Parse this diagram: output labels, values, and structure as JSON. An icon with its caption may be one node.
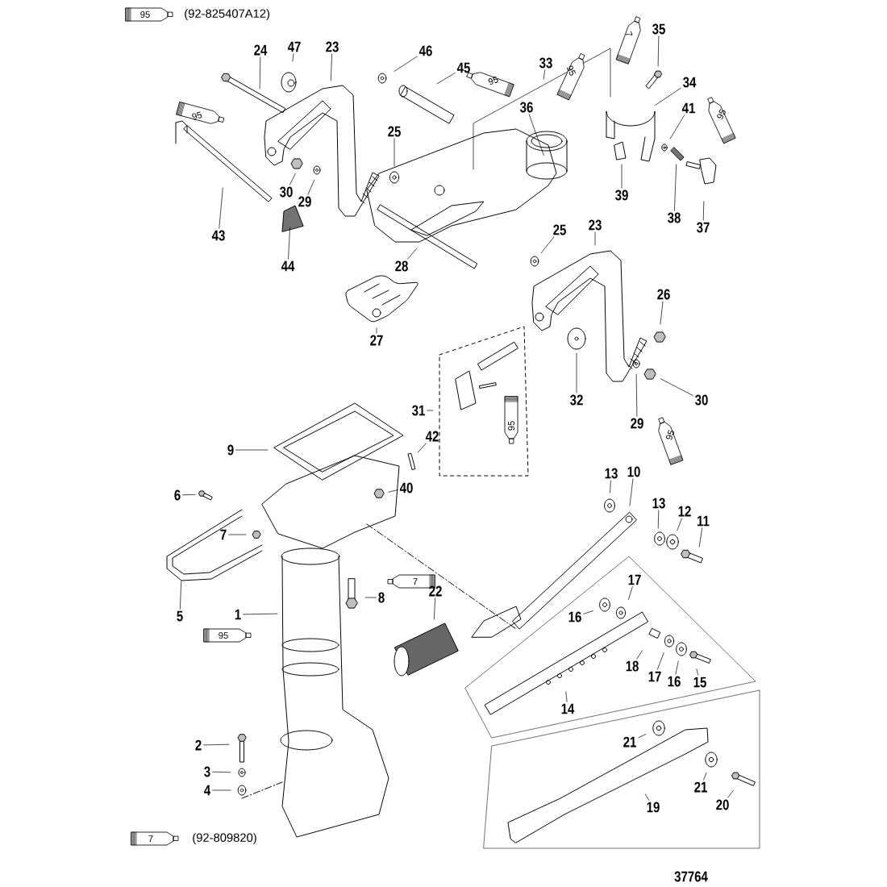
{
  "diagram": {
    "nodes": [
      {
        "text": [
          "35"
        ]
      },
      {
        "text": [
          "47"
        ]
      },
      {
        "text": [
          "23"
        ]
      },
      {
        "text": [
          "24"
        ]
      },
      {
        "text": [
          "46"
        ]
      },
      {
        "text": [
          "33"
        ]
      },
      {
        "text": [
          "45"
        ]
      },
      {
        "text": [
          "34"
        ]
      },
      {
        "text": [
          "36"
        ]
      },
      {
        "text": [
          "41"
        ]
      },
      {
        "text": [
          "25"
        ]
      },
      {
        "text": [
          "30"
        ]
      },
      {
        "text": [
          "39"
        ]
      },
      {
        "text": [
          "29"
        ]
      },
      {
        "text": [
          "38"
        ]
      },
      {
        "text": [
          "23"
        ]
      },
      {
        "text": [
          "37"
        ]
      },
      {
        "text": [
          "25"
        ]
      },
      {
        "text": [
          "43"
        ]
      },
      {
        "text": [
          "44"
        ]
      },
      {
        "text": [
          "28"
        ]
      },
      {
        "text": [
          "26"
        ]
      },
      {
        "text": [
          "27"
        ]
      },
      {
        "text": [
          "32"
        ]
      },
      {
        "text": [
          "30"
        ]
      },
      {
        "text": [
          "31"
        ]
      },
      {
        "text": [
          "29"
        ]
      },
      {
        "text": [
          "42"
        ]
      },
      {
        "text": [
          "9"
        ]
      },
      {
        "text": [
          "13"
        ]
      },
      {
        "text": [
          "10"
        ]
      },
      {
        "text": [
          "40"
        ]
      },
      {
        "text": [
          "6"
        ]
      },
      {
        "text": [
          "13"
        ]
      },
      {
        "text": [
          "12"
        ]
      },
      {
        "text": [
          "11"
        ]
      },
      {
        "text": [
          "7"
        ]
      },
      {
        "text": [
          "22"
        ]
      },
      {
        "text": [
          "8"
        ]
      },
      {
        "text": [
          "1"
        ]
      },
      {
        "text": [
          "5"
        ]
      },
      {
        "text": [
          "17"
        ]
      },
      {
        "text": [
          "16"
        ]
      },
      {
        "text": [
          "18"
        ]
      },
      {
        "text": [
          "17"
        ]
      },
      {
        "text": [
          "16"
        ]
      },
      {
        "text": [
          "15"
        ]
      },
      {
        "text": [
          "14"
        ]
      },
      {
        "text": [
          "21"
        ]
      },
      {
        "text": [
          "2"
        ]
      },
      {
        "text": [
          "3"
        ]
      },
      {
        "text": [
          "21"
        ]
      },
      {
        "text": [
          "4"
        ]
      },
      {
        "text": [
          "20"
        ]
      },
      {
        "text": [
          "19"
        ]
      }
    ],
    "edges": [
      {
        "from": 0,
        "to": null,
        "arrow": "none"
      },
      {
        "from": 1,
        "to": null,
        "arrow": "none"
      },
      {
        "from": 2,
        "to": null,
        "arrow": "none"
      },
      {
        "from": 3,
        "to": null,
        "arrow": "none"
      },
      {
        "from": 4,
        "to": null,
        "arrow": "none"
      },
      {
        "from": 5,
        "to": null,
        "arrow": "none"
      },
      {
        "from": 6,
        "to": null,
        "arrow": "none"
      },
      {
        "from": 7,
        "to": null,
        "arrow": "none"
      },
      {
        "from": 8,
        "to": null,
        "arrow": "none"
      },
      {
        "from": 9,
        "to": null,
        "arrow": "none"
      },
      {
        "from": 10,
        "to": null,
        "arrow": "none"
      },
      {
        "from": 11,
        "to": null,
        "arrow": "none"
      },
      {
        "from": 12,
        "to": null,
        "arrow": "none"
      },
      {
        "from": 13,
        "to": null,
        "arrow": "none"
      },
      {
        "from": 14,
        "to": null,
        "arrow": "none"
      },
      {
        "from": 15,
        "to": null,
        "arrow": "none"
      },
      {
        "from": 16,
        "to": null,
        "arrow": "none"
      },
      {
        "from": 17,
        "to": null,
        "arrow": "none"
      },
      {
        "from": 18,
        "to": null,
        "arrow": "none"
      },
      {
        "from": 19,
        "to": null,
        "arrow": "none"
      },
      {
        "from": 20,
        "to": null,
        "arrow": "none"
      },
      {
        "from": 21,
        "to": null,
        "arrow": "none"
      },
      {
        "from": 22,
        "to": null,
        "arrow": "none"
      },
      {
        "from": 23,
        "to": null,
        "arrow": "none"
      },
      {
        "from": 24,
        "to": null,
        "arrow": "none"
      },
      {
        "from": 25,
        "to": null,
        "arrow": "none"
      },
      {
        "from": 26,
        "to": null,
        "arrow": "none"
      },
      {
        "from": 27,
        "to": null,
        "arrow": "none"
      },
      {
        "from": 28,
        "to": null,
        "arrow": "none"
      },
      {
        "from": 29,
        "to": null,
        "arrow": "none"
      },
      {
        "from": 30,
        "to": null,
        "arrow": "none"
      },
      {
        "from": 31,
        "to": null,
        "arrow": "none"
      },
      {
        "from": 32,
        "to": null,
        "arrow": "none"
      },
      {
        "from": 33,
        "to": null,
        "arrow": "none"
      },
      {
        "from": 34,
        "to": null,
        "arrow": "none"
      },
      {
        "from": 35,
        "to": null,
        "arrow": "none"
      },
      {
        "from": 36,
        "to": null,
        "arrow": "none"
      },
      {
        "from": 37,
        "to": null,
        "arrow": "none"
      },
      {
        "from": 38,
        "to": null,
        "arrow": "none"
      },
      {
        "from": 39,
        "to": null,
        "arrow": "none"
      },
      {
        "from": 40,
        "to": null,
        "arrow": "none"
      },
      {
        "from": 41,
        "to": null,
        "arrow": "none"
      },
      {
        "from": 42,
        "to": null,
        "arrow": "none"
      },
      {
        "from": 43,
        "to": null,
        "arrow": "none"
      },
      {
        "from": 44,
        "to": null,
        "arrow": "none"
      },
      {
        "from": 45,
        "to": null,
        "arrow": "none"
      },
      {
        "from": 46,
        "to": null,
        "arrow": "none"
      },
      {
        "from": 47,
        "to": null,
        "arrow": "none"
      },
      {
        "from": 48,
        "to": null,
        "arrow": "none"
      },
      {
        "from": 49,
        "to": null,
        "arrow": "none"
      },
      {
        "from": 50,
        "to": null,
        "arrow": "none"
      },
      {
        "from": 51,
        "to": null,
        "arrow": "none"
      },
      {
        "from": 52,
        "to": null,
        "arrow": "none"
      },
      {
        "from": 53,
        "to": null,
        "arrow": "none"
      },
      {
        "from": 54,
        "to": null,
        "arrow": "none"
      }
    ],
    "labels": [
      "95",
      "7",
      "95",
      "95",
      "95",
      "95",
      "95",
      "95",
      "7",
      "95",
      "7",
      "37764"
    ],
    "legend": [
      {
        "text": "(92-825407A12)"
      },
      {
        "text": "(92-809820)"
      }
    ]
  }
}
